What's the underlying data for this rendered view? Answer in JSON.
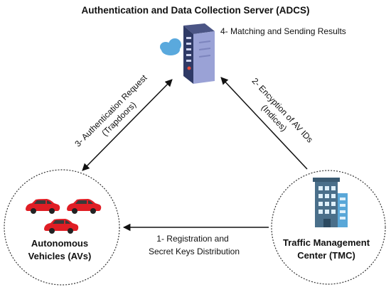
{
  "title": "Authentication and Data Collection Server (ADCS)",
  "server": {
    "step4_label": "4- Matching and Sending Results"
  },
  "edges": {
    "step3": {
      "line1": "3- Authentication Request",
      "line2": "(Trapdoors)"
    },
    "step2": {
      "line1": "2- Encyption of AV IDs",
      "line2": "(Indices)"
    },
    "step1": {
      "line1": "1- Registration and",
      "line2": "Secret Keys Distribution"
    }
  },
  "avs": {
    "line1": "Autonomous",
    "line2": "Vehicles (AVs)"
  },
  "tmc": {
    "line1": "Traffic Management",
    "line2": "Center (TMC)"
  },
  "colors": {
    "server_body": "#2f3a66",
    "server_face": "#9aa2d6",
    "cloud": "#5aa9dd",
    "car": "#e01e25",
    "building": "#4a6f8a",
    "building_accent": "#59a7d8",
    "arrow": "#111111"
  }
}
